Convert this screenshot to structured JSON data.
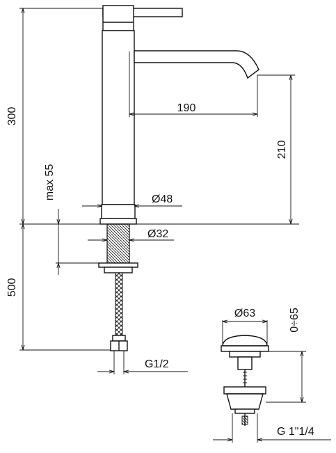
{
  "dimensions": {
    "total_height": "300",
    "spout_reach": "190",
    "spout_height": "210",
    "max_deck": "max 55",
    "body_diameter": "Ø48",
    "shank_diameter": "Ø32",
    "hose_length": "500",
    "hose_thread": "G1/2",
    "waste_diameter": "Ø63",
    "waste_range": "0÷65",
    "waste_thread": "G 1\"1/4"
  },
  "colors": {
    "line": "#111111",
    "background": "#ffffff"
  }
}
